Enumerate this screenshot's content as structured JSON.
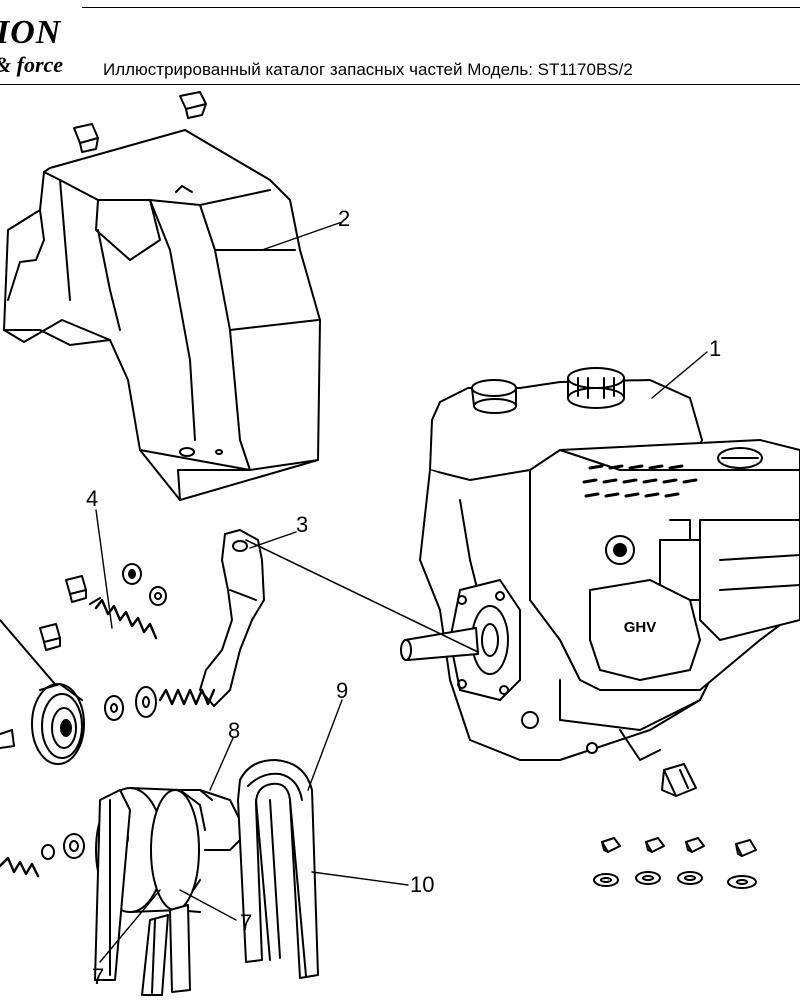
{
  "header": {
    "brand_top": "ION",
    "brand_bottom": "& force",
    "title": "Иллюстрированный каталог запасных частей  Модель: ST1170BS/2"
  },
  "engine": {
    "label": "GHV"
  },
  "callouts": {
    "c1": "1",
    "c2": "2",
    "c3": "3",
    "c4": "4",
    "c7a": "7",
    "c7b": "7",
    "c8": "8",
    "c9": "9",
    "c10": "10"
  }
}
